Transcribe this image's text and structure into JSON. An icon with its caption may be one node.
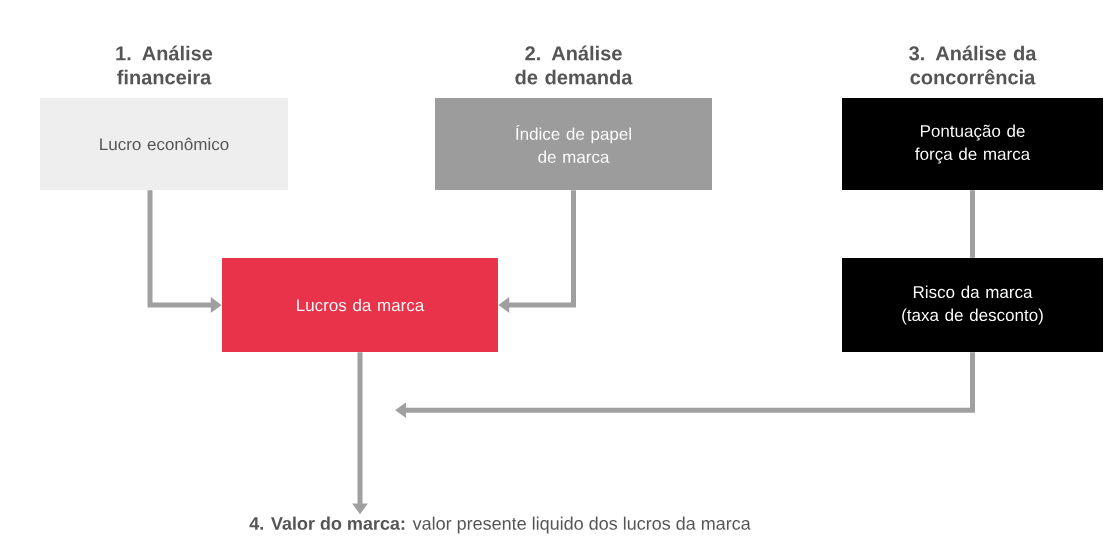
{
  "diagram": {
    "nodes": [
      {
        "text": [
          "1. Análise financeira",
          "Lucro econômico"
        ]
      },
      {
        "text": [
          "2. Análise de demanda",
          "Índice de papel de marca"
        ]
      },
      {
        "text": [
          "3. Análise da concorrência",
          "Pontuação de força de marca"
        ]
      },
      {
        "text": [
          "Lucros da marca"
        ]
      },
      {
        "text": [
          "Risco da marca (taxa de desconto)"
        ]
      },
      {
        "text": [
          "**4. Valor do marca:** valor presente liquido dos lucros da marca"
        ]
      }
    ],
    "edges": [
      {
        "from": 0,
        "to": 3,
        "arrow": "to"
      },
      {
        "from": 1,
        "to": 3,
        "arrow": "to"
      },
      {
        "from": 2,
        "to": 4,
        "arrow": "none"
      },
      {
        "from": 3,
        "to": 5,
        "arrow": "to"
      },
      {
        "from": 4,
        "to": null,
        "arrow": "to"
      }
    ]
  }
}
